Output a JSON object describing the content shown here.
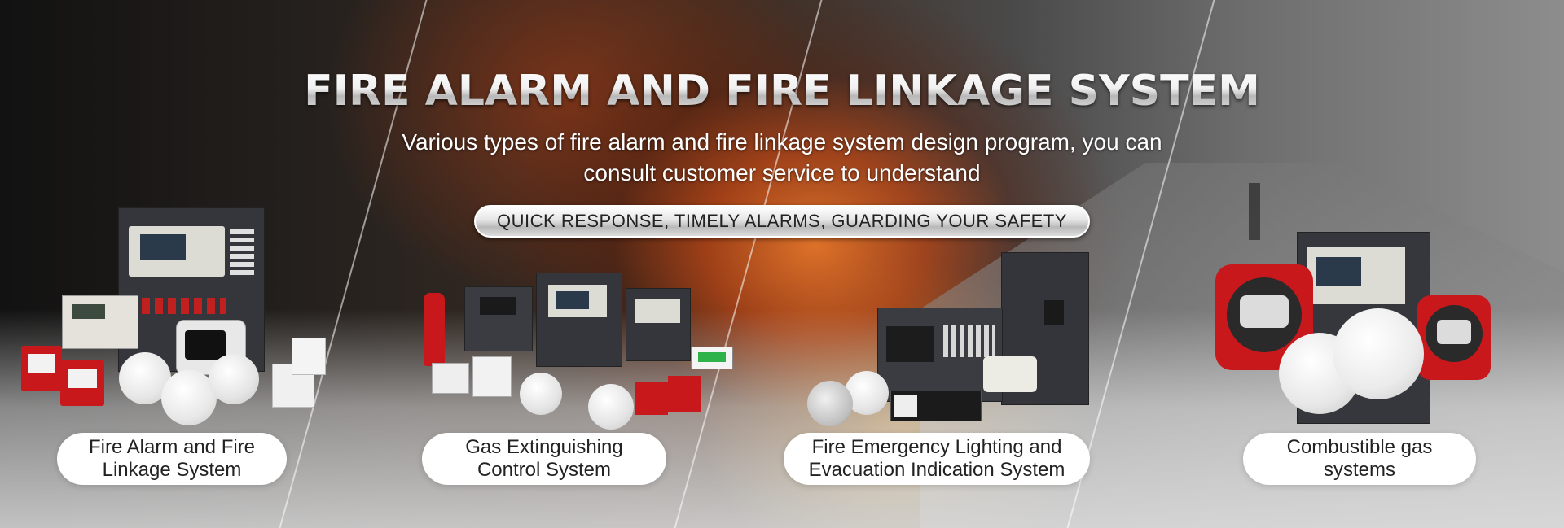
{
  "banner": {
    "title": "FIRE ALARM AND FIRE LINKAGE SYSTEM",
    "subtitle_line1": "Various types of fire alarm and fire linkage system design program, you can",
    "subtitle_line2": "consult customer service to understand",
    "tagline": "QUICK RESPONSE, TIMELY ALARMS, GUARDING YOUR SAFETY"
  },
  "categories": [
    {
      "line1": "Fire Alarm and Fire",
      "line2": "Linkage System"
    },
    {
      "line1": "Gas Extinguishing",
      "line2": "Control System"
    },
    {
      "line1": "Fire Emergency Lighting and",
      "line2": "Evacuation Indication System"
    },
    {
      "line1": "Combustible gas",
      "line2": "systems"
    }
  ],
  "colors": {
    "fire": "#d8641e",
    "device_red": "#c8181c",
    "panel_dark": "#2f3136",
    "pill_bg": "#ffffff"
  }
}
